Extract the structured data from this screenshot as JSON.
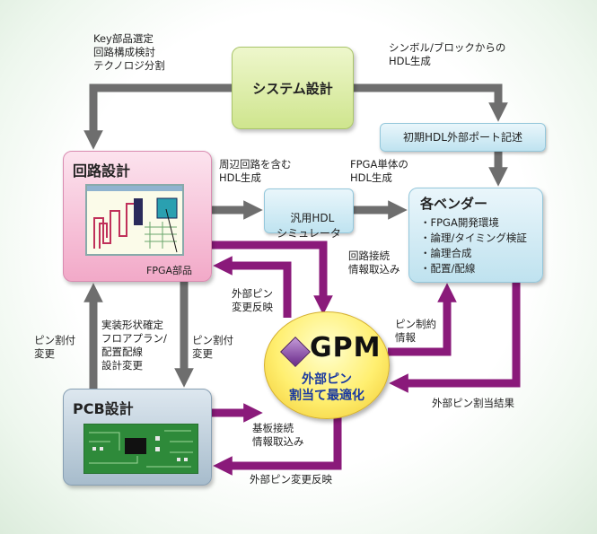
{
  "system": {
    "title": "システム設計"
  },
  "circuit": {
    "title": "回路設計",
    "fpga_label": "FPGA部品"
  },
  "initial_hdl": {
    "label": "初期HDL外部ポート記述"
  },
  "simulator": {
    "label": "汎用HDL\nシミュレータ"
  },
  "vendor": {
    "title": "各ベンダー",
    "items": [
      "・FPGA開発環境",
      "・論理/タイミング検証",
      "・論理合成",
      "・配置/配線"
    ]
  },
  "pcb": {
    "title": "PCB設計"
  },
  "gpm": {
    "logo_text": "GPM",
    "subtitle": "外部ピン\n割当て最適化"
  },
  "labels": {
    "key_parts": "Key部品選定\n回路構成検討\nテクノロジ分割",
    "symbol_hdl": "シンボル/ブロックからの\nHDL生成",
    "peripheral_hdl": "周辺回路を含む\nHDL生成",
    "fpga_only_hdl": "FPGA単体の\nHDL生成",
    "circuit_connection": "回路接続\n情報取込み",
    "ext_pin_change_feedback_top": "外部ピン\n変更反映",
    "pin_constraint": "ピン制約\n情報",
    "pin_assign_change_left": "ピン割付\n変更",
    "mount_shape": "実装形状確定\nフロアプラン/\n配置配線\n設計変更",
    "pin_assign_change_mid": "ピン割付\n変更",
    "ext_pin_assign_result": "外部ピン割当結果",
    "board_connection": "基板接続\n情報取込み",
    "ext_pin_change_feedback_bottom": "外部ピン変更反映"
  },
  "colors": {
    "gray_arrow": "#6e6e6e",
    "purple_arrow": "#8a1a7a",
    "gpm_text": "#1b3aa0"
  }
}
